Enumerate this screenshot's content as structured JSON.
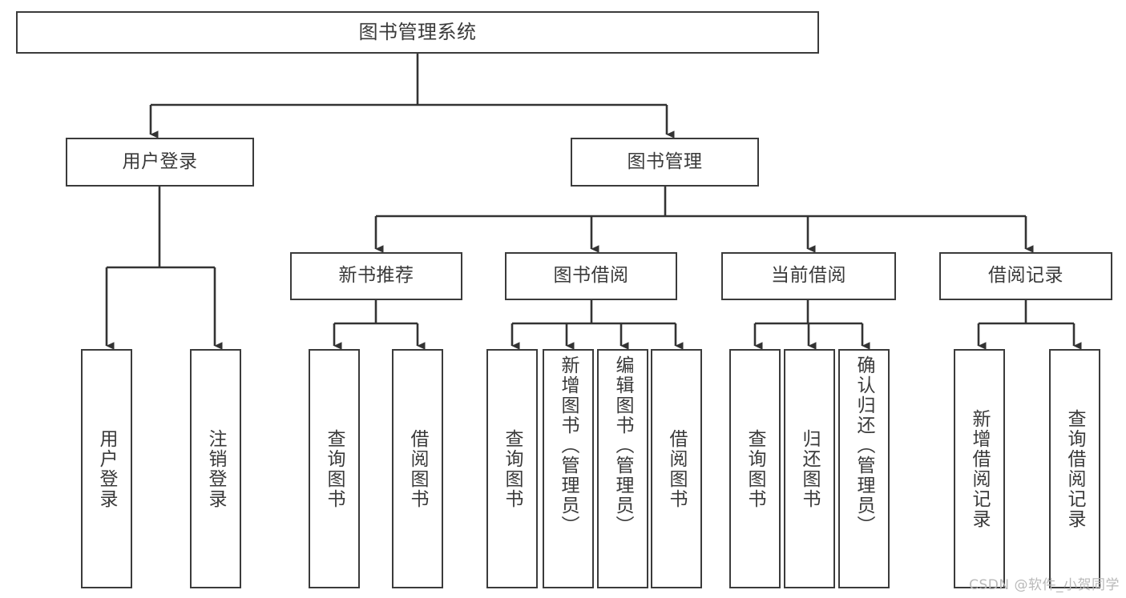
{
  "diagram": {
    "title": "图书管理系统",
    "type": "hierarchy-tree",
    "watermark": "CSDN @软件_小贺同学",
    "colors": {
      "box_border": "#3b3b3b",
      "box_fill": "#ffffff",
      "text": "#3a3a3a",
      "connector": "#333333",
      "watermark": "#b9b9b9",
      "background": "#ffffff"
    },
    "root": {
      "label": "图书管理系统"
    },
    "level1": [
      {
        "label": "用户登录"
      },
      {
        "label": "图书管理"
      }
    ],
    "level2": [
      {
        "label": "新书推荐"
      },
      {
        "label": "图书借阅"
      },
      {
        "label": "当前借阅"
      },
      {
        "label": "借阅记录"
      }
    ],
    "leaves": {
      "user_login": [
        {
          "label": "用户登录"
        },
        {
          "label": "注销登录"
        }
      ],
      "new_book": [
        {
          "label": "查询图书"
        },
        {
          "label": "借阅图书"
        }
      ],
      "book_borrow": [
        {
          "label": "查询图书"
        },
        {
          "label": "新增图书（管理员）"
        },
        {
          "label": "编辑图书（管理员）"
        },
        {
          "label": "借阅图书"
        }
      ],
      "current_borrow": [
        {
          "label": "查询图书"
        },
        {
          "label": "归还图书"
        },
        {
          "label": "确认归还（管理员）"
        }
      ],
      "borrow_record": [
        {
          "label": "新增借阅记录"
        },
        {
          "label": "查询借阅记录"
        }
      ]
    }
  }
}
